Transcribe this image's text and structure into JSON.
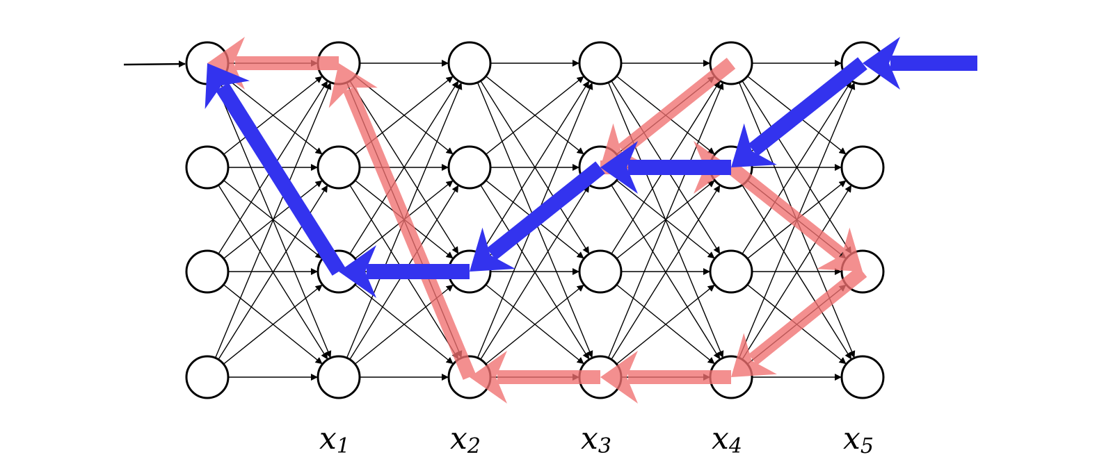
{
  "diagram": {
    "type": "trellis",
    "columns": 6,
    "rows": 4,
    "input_arrow": true,
    "column_labels": [
      {
        "base": "x",
        "sub": "1"
      },
      {
        "base": "x",
        "sub": "2"
      },
      {
        "base": "x",
        "sub": "3"
      },
      {
        "base": "x",
        "sub": "4"
      },
      {
        "base": "x",
        "sub": "5"
      }
    ],
    "colors": {
      "node_stroke": "#000000",
      "edge": "#000000",
      "red_path": "#f07070",
      "blue_path": "#3333ee"
    },
    "red_path": [
      [
        0,
        0
      ],
      [
        1,
        0
      ],
      [
        2,
        3
      ],
      [
        3,
        3
      ],
      [
        4,
        3
      ],
      [
        5,
        2
      ],
      [
        4,
        1
      ],
      [
        3,
        1
      ],
      [
        4,
        0
      ]
    ],
    "blue_path": [
      [
        0,
        0
      ],
      [
        1,
        2
      ],
      [
        2,
        2
      ],
      [
        3,
        1
      ],
      [
        4,
        1
      ],
      [
        5,
        0
      ],
      [
        6,
        0
      ]
    ]
  }
}
